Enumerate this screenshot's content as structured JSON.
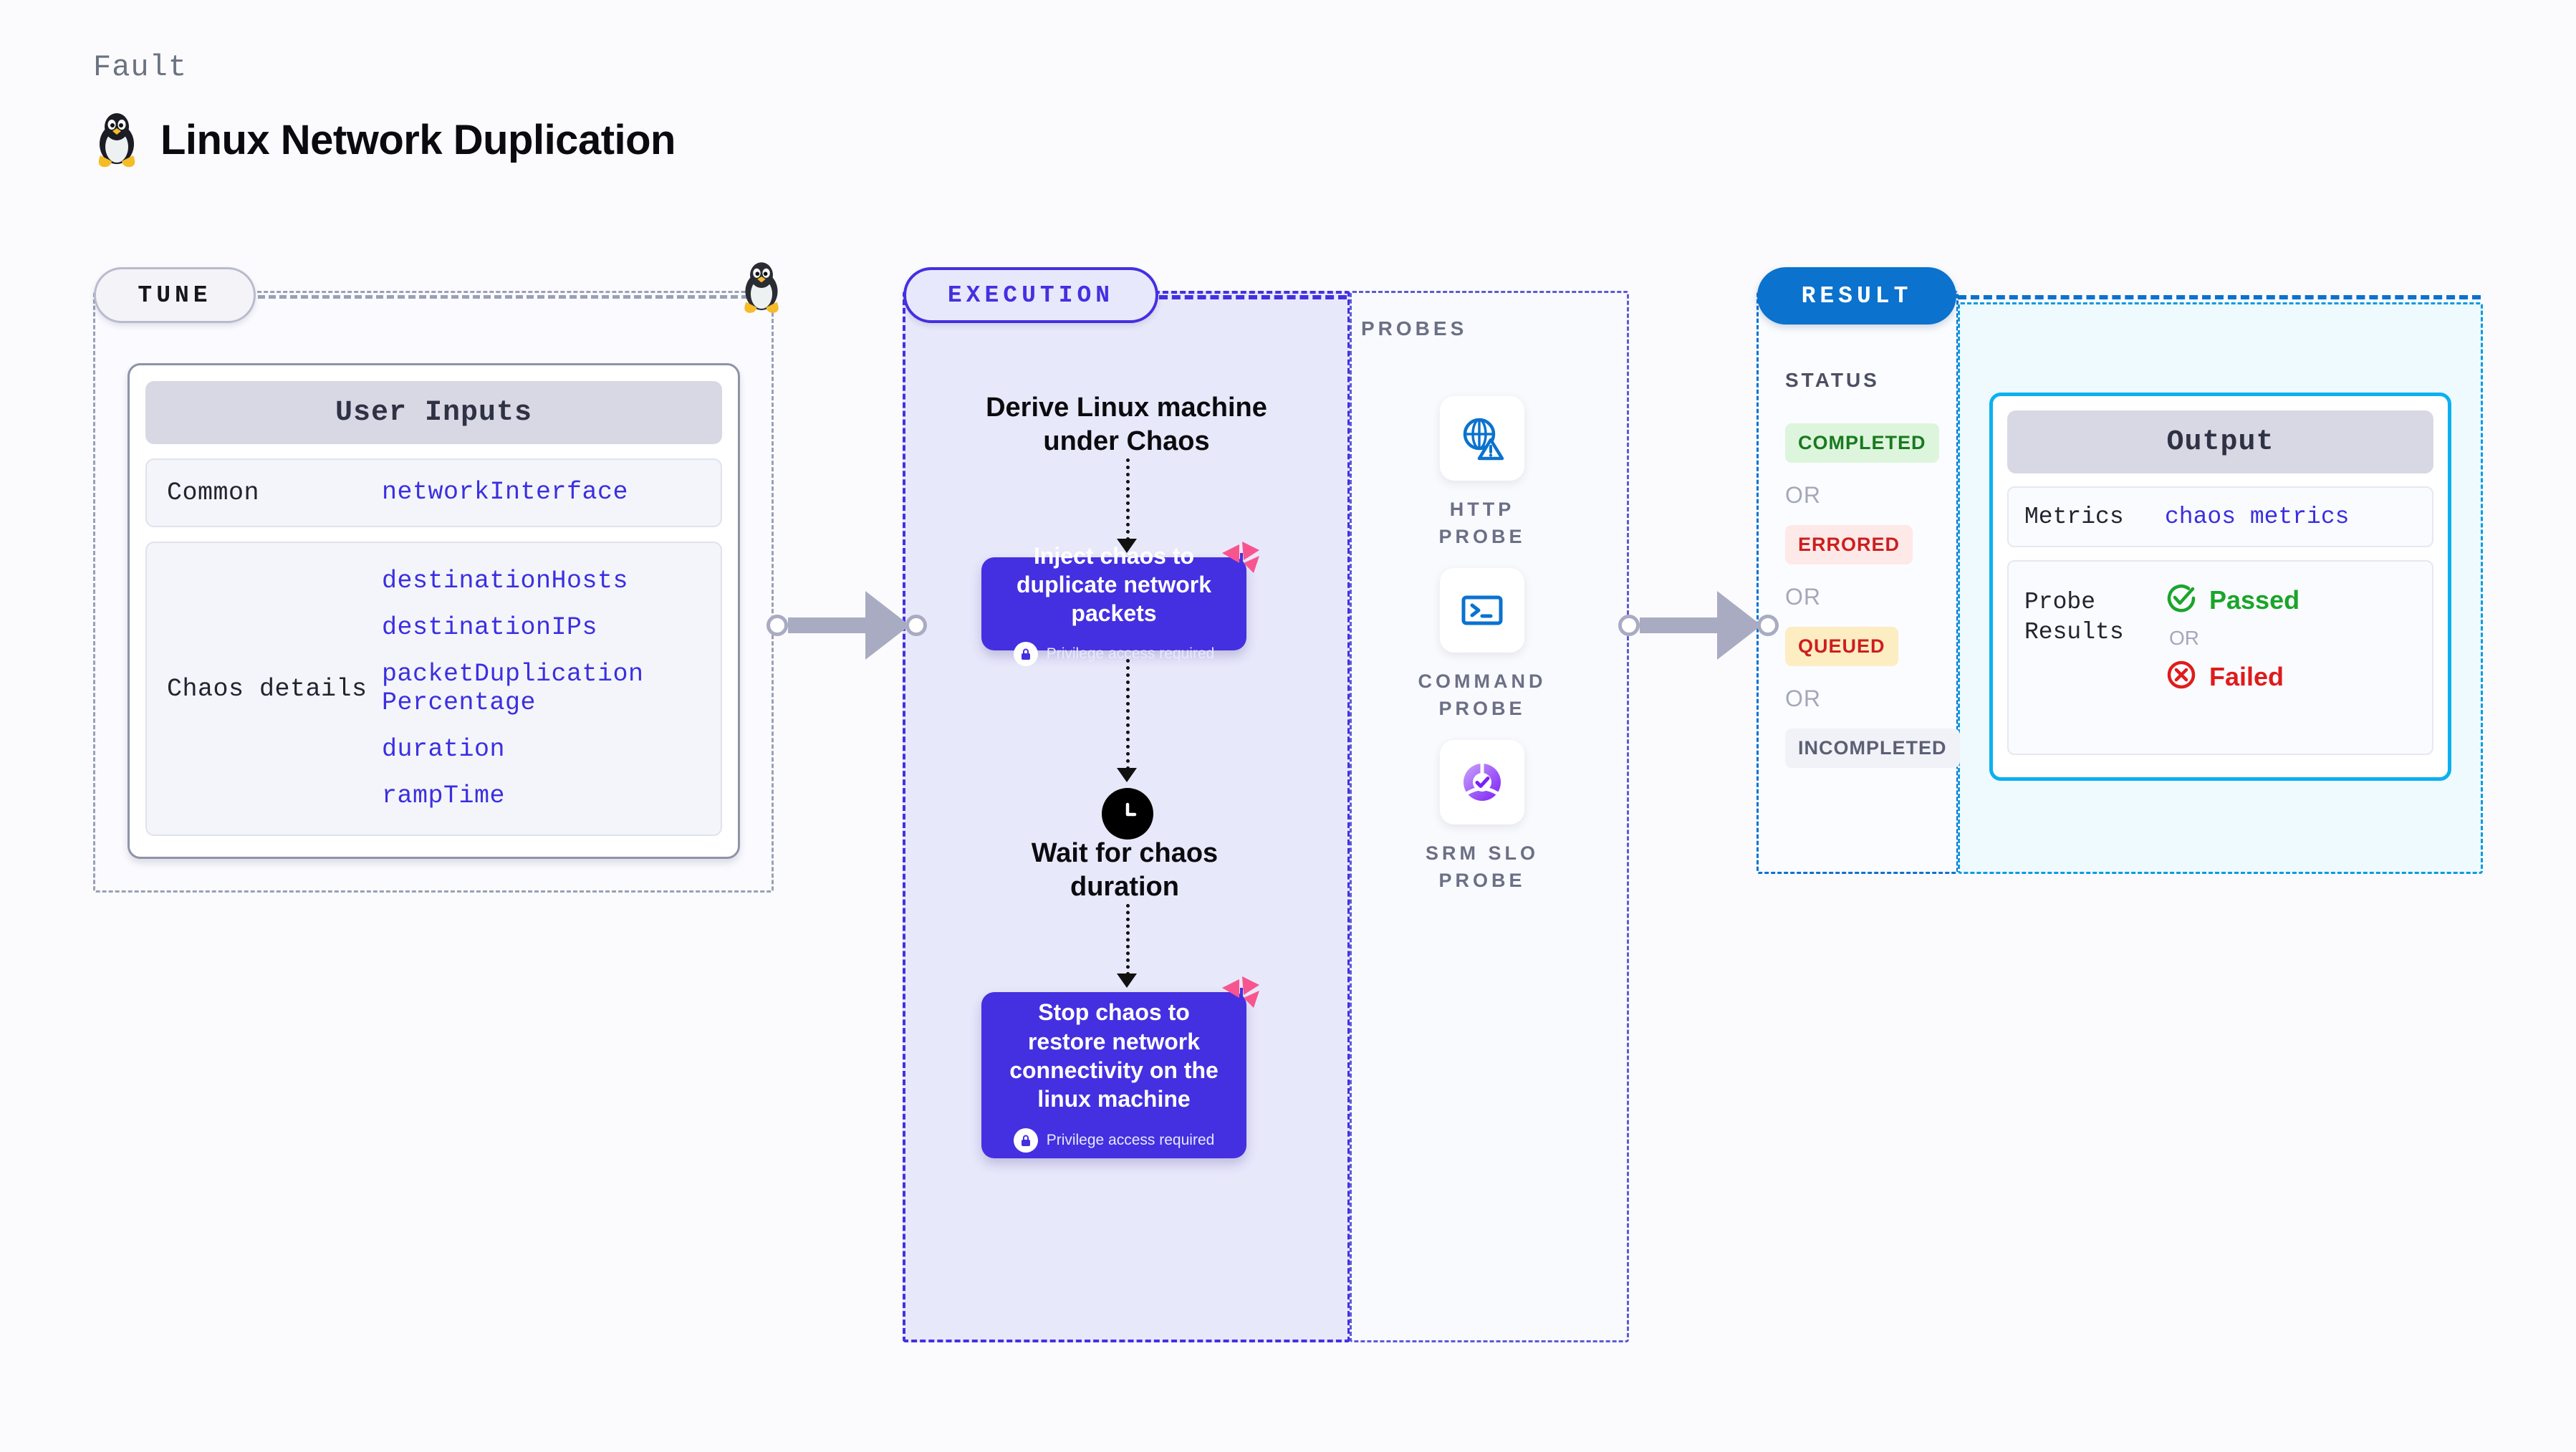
{
  "header": {
    "kicker": "Fault",
    "title": "Linux Network Duplication",
    "logo_icon": "linux-tux-icon"
  },
  "tune": {
    "pill_label": "TUNE",
    "card_title": "User Inputs",
    "rows": [
      {
        "key": "Common",
        "values": [
          "networkInterface"
        ]
      },
      {
        "key": "Chaos details",
        "values": [
          "destinationHosts",
          "destinationIPs",
          "packetDuplicationPercentage",
          "duration",
          "rampTime"
        ]
      }
    ]
  },
  "execution": {
    "pill_label": "EXECUTION",
    "step_title": "Derive Linux machine under Chaos",
    "inject_card": {
      "title": "Inject chaos to duplicate network packets",
      "note": "Privilege access required",
      "note_icon": "lock-icon",
      "badge_icon": "litmus-logo-icon"
    },
    "wait_step": {
      "icon": "clock-icon",
      "title": "Wait for chaos duration"
    },
    "stop_card": {
      "title": "Stop chaos to restore network connectivity on the linux machine",
      "note": "Privilege access required",
      "note_icon": "lock-icon",
      "badge_icon": "litmus-logo-icon"
    }
  },
  "probes": {
    "label": "PROBES",
    "items": [
      {
        "name": "HTTP PROBE",
        "icon": "globe-warning-icon"
      },
      {
        "name": "COMMAND PROBE",
        "icon": "terminal-icon"
      },
      {
        "name": "SRM SLO PROBE",
        "icon": "srm-slo-icon"
      }
    ]
  },
  "result": {
    "pill_label": "RESULT",
    "status_label": "STATUS",
    "or_label": "OR",
    "statuses": [
      {
        "label": "COMPLETED",
        "bg": "#ddf5dc",
        "fg": "#1a7a20"
      },
      {
        "label": "ERRORED",
        "bg": "#fde9e8",
        "fg": "#cc1f1f"
      },
      {
        "label": "QUEUED",
        "bg": "#fdedc2",
        "fg": "#cc1f1f"
      },
      {
        "label": "INCOMPLETED",
        "bg": "#f1f2f7",
        "fg": "#5a5f74"
      }
    ]
  },
  "output": {
    "card_title": "Output",
    "metrics_key": "Metrics",
    "metrics_value": "chaos metrics",
    "probe_results_key": "Probe Results",
    "passed_label": "Passed",
    "passed_icon": "check-circle-icon",
    "failed_label": "Failed",
    "failed_icon": "x-circle-icon",
    "or_label": "OR"
  },
  "colors": {
    "accent_purple": "#4430e0",
    "accent_blue": "#0b72ce",
    "accent_cyan": "#0bb1ef",
    "pink": "#f8558f",
    "pass_green": "#1aa52a",
    "fail_red": "#e01b1b"
  }
}
